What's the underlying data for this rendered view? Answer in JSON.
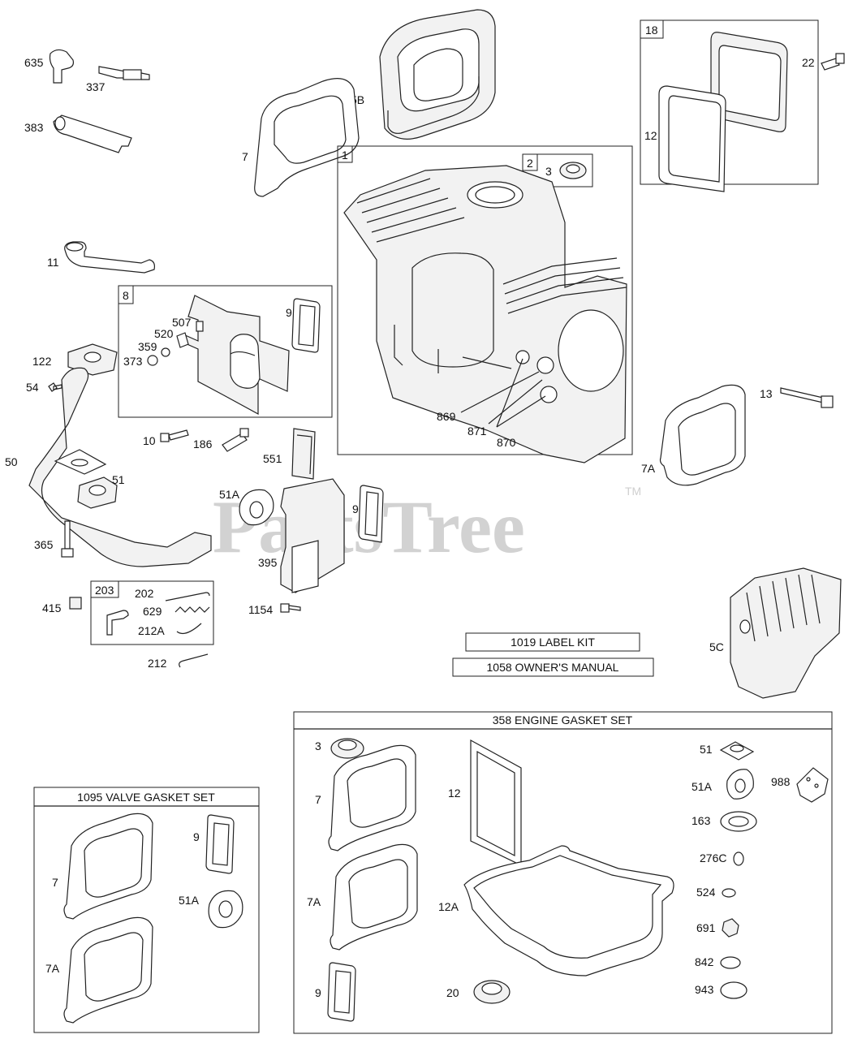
{
  "watermark": {
    "text": "PartsTree",
    "trademark": "TM"
  },
  "kits": {
    "label_kit": "1019 LABEL KIT",
    "owners_manual": "1058 OWNER'S MANUAL"
  },
  "sections": {
    "engine_gasket_set": "358 ENGINE GASKET SET",
    "valve_gasket_set": "1095 VALVE GASKET SET"
  },
  "box_numbers": {
    "b18": "18",
    "b1": "1",
    "b2": "2",
    "b8": "8",
    "b203": "203"
  },
  "callouts": {
    "c635": "635",
    "c337": "337",
    "c383": "383",
    "c5B": "5B",
    "c7_top": "7",
    "c22": "22",
    "c12_top": "12",
    "c3_top": "3",
    "c11": "11",
    "c9_kit": "9",
    "c507": "507",
    "c520": "520",
    "c359": "359",
    "c373": "373",
    "c122": "122",
    "c54": "54",
    "c869": "869",
    "c871": "871",
    "c870": "870",
    "c13": "13",
    "c10": "10",
    "c186": "186",
    "c551": "551",
    "c50": "50",
    "c51": "51",
    "c51A": "51A",
    "c9_mid": "9",
    "c7A": "7A",
    "c365": "365",
    "c395": "395",
    "c415": "415",
    "c202": "202",
    "c629": "629",
    "c212A": "212A",
    "c1154": "1154",
    "c212": "212",
    "c5C": "5C",
    "g3": "3",
    "g7": "7",
    "g12": "12",
    "g7A": "7A",
    "g12A": "12A",
    "g9": "9",
    "g20": "20",
    "g51": "51",
    "g51A": "51A",
    "g988": "988",
    "g163": "163",
    "g276C": "276C",
    "g524": "524",
    "g691": "691",
    "g842": "842",
    "g943": "943",
    "v7": "7",
    "v7A": "7A",
    "v9": "9",
    "v51A": "51A"
  }
}
